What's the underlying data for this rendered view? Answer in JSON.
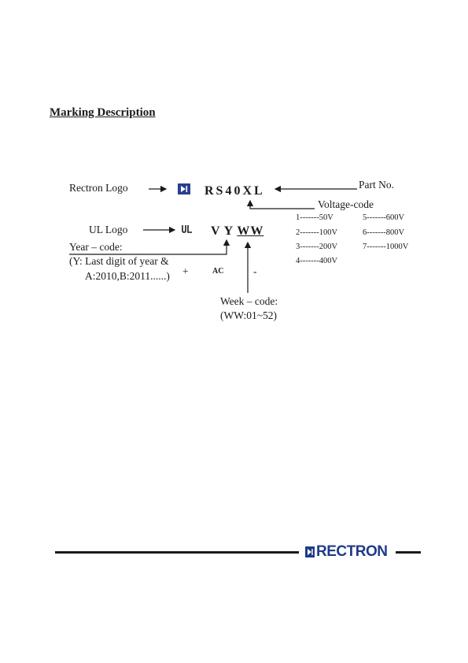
{
  "heading": "Marking Description",
  "labels": {
    "rectron_logo": "Rectron Logo",
    "part_no": "Part No.",
    "voltage_code": "Voltage-code",
    "ul_logo": "UL Logo",
    "year_code_1": "Year – code:",
    "year_code_2": "(Y: Last digit of year &",
    "year_code_3": "A:2010,B:2011......)",
    "week_code_1": "Week – code:",
    "week_code_2": "(WW:01~52)"
  },
  "marking": {
    "part_number": "RS40XL",
    "line2_prefix": "V Y ",
    "line2_week": "WW",
    "plus": "+",
    "ac": "AC",
    "minus": "-"
  },
  "voltage_codes": [
    "1-------50V",
    "2-------100V",
    "3-------200V",
    "4-------400V",
    "5-------600V",
    "6-------800V",
    "7-------1000V"
  ],
  "brand": "RECTRON",
  "icons": {
    "rectron_logo": "rectron-diode-logo-icon",
    "ul_logo": "ul-recognized-mark-icon"
  }
}
